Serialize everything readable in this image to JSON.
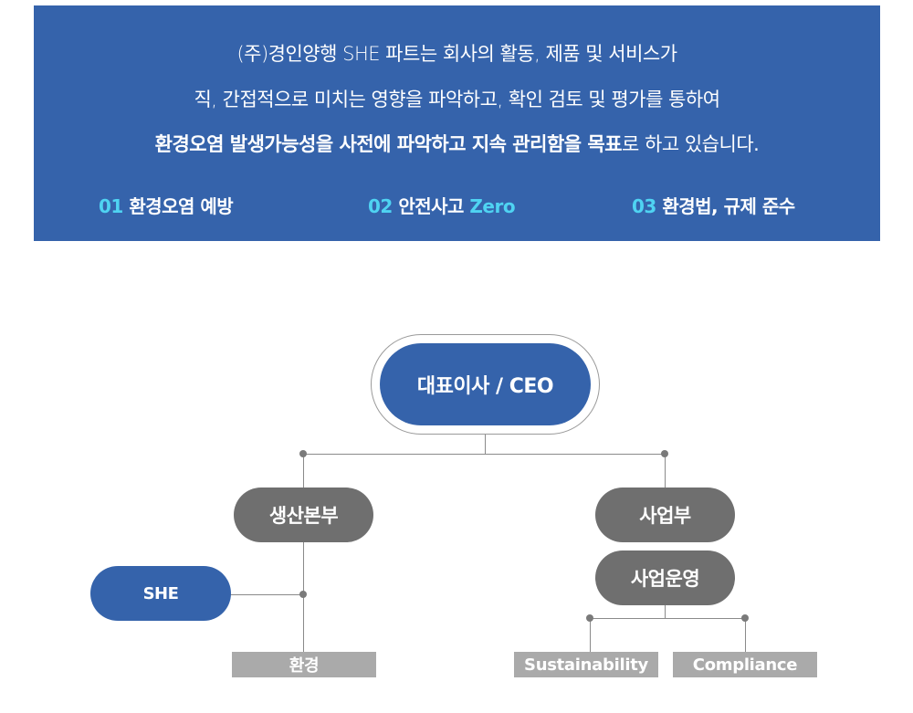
{
  "banner": {
    "line1": "(주)경인양행 SHE 파트는 회사의 활동, 제품 및 서비스가",
    "line2": "직, 간접적으로 미치는 영향을 파악하고, 확인 검토 및 평가를 통하여",
    "line3_strong": "환경오염 발생가능성을 사전에 파악하고 지속 관리함을 목표",
    "line3_rest": "로 하고 있습니다.",
    "goals": [
      {
        "num": "01",
        "label": "환경오염 예방",
        "suffix": ""
      },
      {
        "num": "02",
        "label": "안전사고",
        "suffix": "Zero"
      },
      {
        "num": "03",
        "label": "환경법, 규제 준수",
        "suffix": ""
      }
    ]
  },
  "org": {
    "ceo": "대표이사 / CEO",
    "production": "생산본부",
    "she": "SHE",
    "environment": "환경",
    "business": "사업부",
    "business_ops": "사업운영",
    "sustainability": "Sustainability",
    "compliance": "Compliance"
  },
  "colors": {
    "primary": "#3563ab",
    "accent": "#4fd3f2",
    "node_gray": "#6f6f6f",
    "box_gray": "#aaaaaa"
  }
}
